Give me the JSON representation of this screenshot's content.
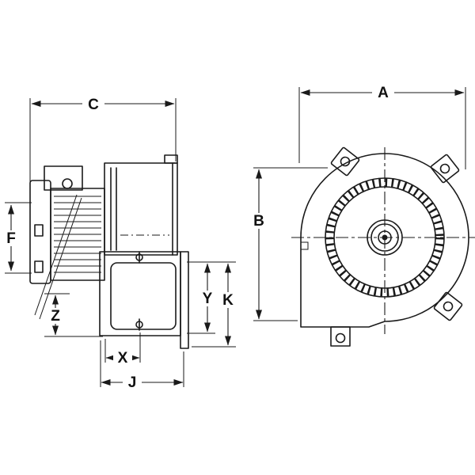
{
  "colors": {
    "ink": "#1a1a1a",
    "background": "#ffffff"
  },
  "diagram": {
    "type": "technical-dimension-drawing",
    "views": [
      "side-view",
      "front-view"
    ],
    "dimensions": {
      "A": "A",
      "B": "B",
      "C": "C",
      "F": "F",
      "J": "J",
      "K": "K",
      "X": "X",
      "Y": "Y",
      "Z": "Z"
    }
  }
}
